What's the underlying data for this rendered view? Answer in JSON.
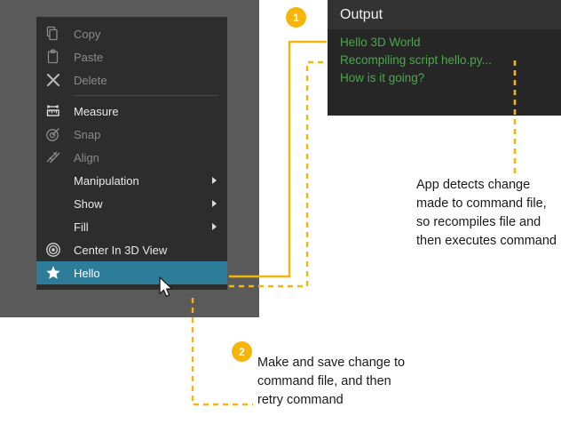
{
  "app": {
    "context_menu": {
      "items": [
        {
          "label": "Copy",
          "icon": "copy-icon",
          "enabled": false,
          "submenu": false,
          "selected": false
        },
        {
          "label": "Paste",
          "icon": "clipboard-icon",
          "enabled": false,
          "submenu": false,
          "selected": false
        },
        {
          "label": "Delete",
          "icon": "x-delete-icon",
          "enabled": false,
          "submenu": false,
          "selected": false
        },
        {
          "label": "Measure",
          "icon": "ruler-icon",
          "enabled": true,
          "submenu": false,
          "selected": false
        },
        {
          "label": "Snap",
          "icon": "snap-target-icon",
          "enabled": false,
          "submenu": false,
          "selected": false
        },
        {
          "label": "Align",
          "icon": "align-lines-icon",
          "enabled": false,
          "submenu": false,
          "selected": false
        },
        {
          "label": "Manipulation",
          "icon": "none",
          "enabled": true,
          "submenu": true,
          "selected": false
        },
        {
          "label": "Show",
          "icon": "none",
          "enabled": true,
          "submenu": true,
          "selected": false
        },
        {
          "label": "Fill",
          "icon": "none",
          "enabled": true,
          "submenu": true,
          "selected": false
        },
        {
          "label": "Center In 3D View",
          "icon": "center-view-icon",
          "enabled": true,
          "submenu": false,
          "selected": false
        },
        {
          "label": "Hello",
          "icon": "star-icon",
          "enabled": true,
          "submenu": false,
          "selected": true
        }
      ],
      "separator_after_index": 2,
      "highlight_color": "#2d7d9a"
    },
    "output_panel": {
      "title": "Output",
      "lines": [
        "Hello 3D World",
        "Recompiling script hello.py...",
        "How is it going?"
      ],
      "text_color": "#4aa84a",
      "background_color": "#262626",
      "header_color": "#333333"
    }
  },
  "callouts": {
    "accent_color": "#f5b50a",
    "items": [
      {
        "number": "1",
        "text": "App detects change made to command file, so recompiles file and then executes command"
      },
      {
        "number": "2",
        "text": "Make and save change to command file, and then retry command"
      }
    ]
  }
}
